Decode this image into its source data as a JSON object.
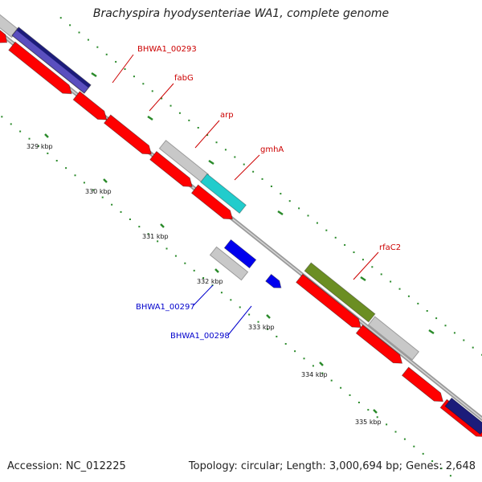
{
  "title": "Brachyspira hyodysenteriae WA1, complete genome",
  "footer": {
    "accession": "Accession: NC_012225",
    "summary": "Topology: circular; Length: 3,000,694 bp; Genes: 2,648"
  },
  "colors": {
    "backbone": "#888888",
    "tick": "#2a8a2a",
    "cds_red": "#ff0000",
    "cds_grey": "#c8c8c8",
    "cds_navy": "#1c1c7a",
    "cds_slate": "#5a4fbf",
    "cds_teal": "#22cccc",
    "cds_olive": "#6b8e23",
    "cds_blue": "#0000ee",
    "label_red": "#cc0000",
    "label_blue": "#0000cc"
  },
  "ticks": [
    "329 kbp",
    "330 kbp",
    "331 kbp",
    "332 kbp",
    "333 kbp",
    "334 kbp",
    "335 kbp"
  ],
  "gene_labels": [
    {
      "text": "BHWA1_00293",
      "color": "red"
    },
    {
      "text": "fabG",
      "color": "red"
    },
    {
      "text": "arp",
      "color": "red"
    },
    {
      "text": "gmhA",
      "color": "red"
    },
    {
      "text": "rfaC2",
      "color": "red"
    },
    {
      "text": "BHWA1_00297",
      "color": "blue"
    },
    {
      "text": "BHWA1_00298",
      "color": "blue"
    }
  ]
}
